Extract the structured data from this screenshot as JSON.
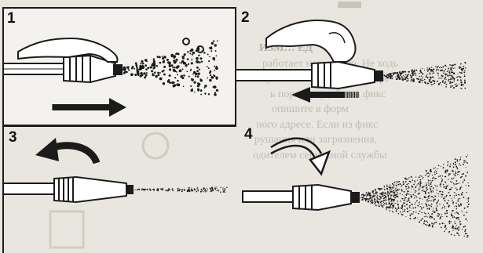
{
  "steps": [
    {
      "number": "1"
    },
    {
      "number": "2"
    },
    {
      "number": "3"
    },
    {
      "number": "4"
    }
  ],
  "background_text": {
    "heading": "ИЗМ…  ЕД",
    "lines": [
      "работает нормально. Не ходь",
      "у вас неисправностей и ре-",
      "ь порядок удобства фикс",
      "опишите в форм",
      "ного адресе. Если из фикс",
      "рушания или загрязнения,",
      "одителем сервисной службы"
    ]
  },
  "colors": {
    "ink": "#1b1b1b",
    "paper": "#ffffff",
    "scan_background": "#e9e6e0",
    "ghost_text": "#b9b5ad"
  },
  "icons": [
    "hand-icon",
    "spray-nozzle-icon",
    "arrow-right-icon",
    "arrow-left-icon",
    "curved-arrow-left-icon",
    "curved-arrow-right-icon",
    "spray-droplets-icon",
    "fine-mist-icon",
    "jet-stream-icon",
    "wide-mist-icon"
  ]
}
